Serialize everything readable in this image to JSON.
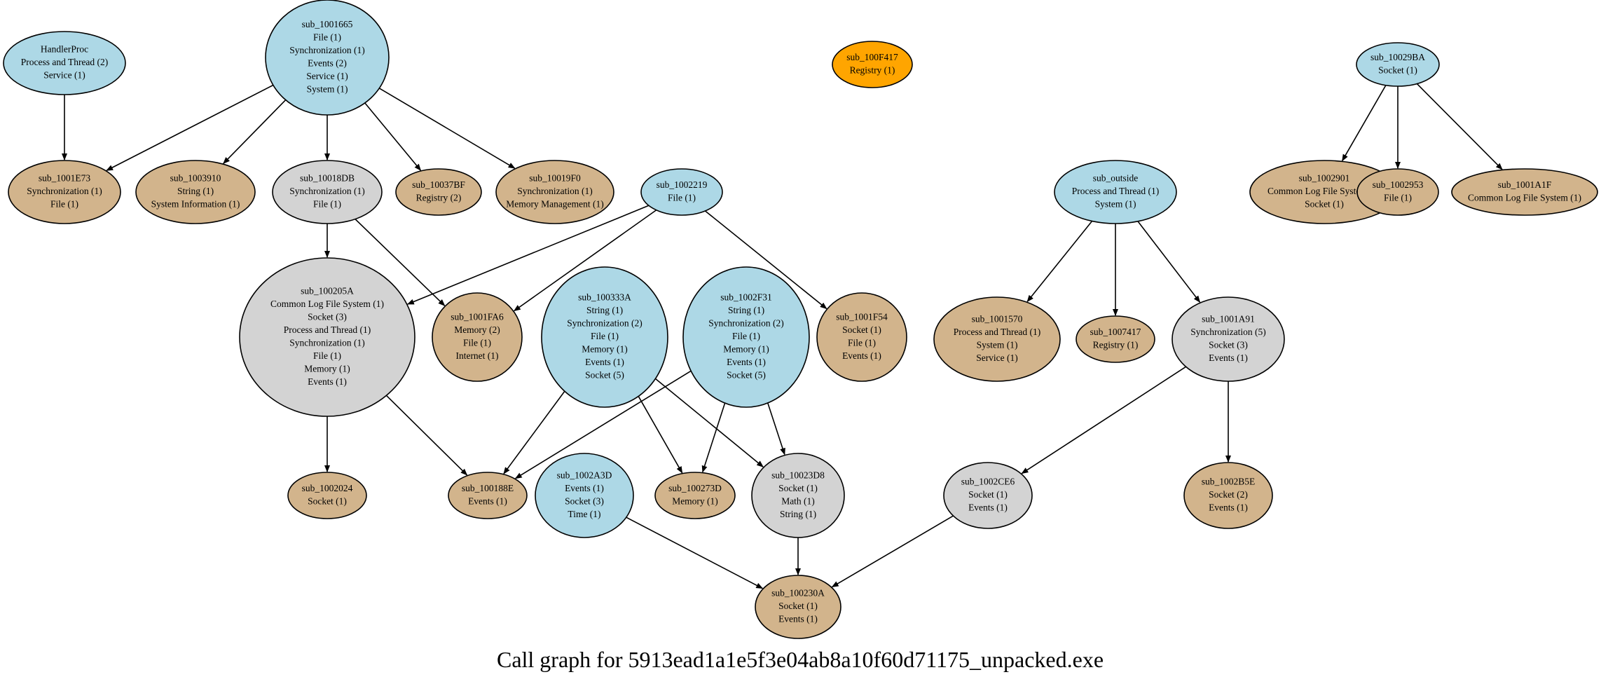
{
  "title": "Call graph for 5913ead1a1e5f3e04ab8a10f60d71175_unpacked.exe",
  "colors": {
    "blue": "#add8e6",
    "tan": "#d2b48c",
    "grey": "#d3d3d3",
    "orange": "#ffa500",
    "stroke": "#000000"
  },
  "nodes": [
    {
      "id": "HandlerProc",
      "color": "blue",
      "lines": [
        "HandlerProc",
        "Process and Thread (2)",
        "Service (1)"
      ]
    },
    {
      "id": "sub_1001665",
      "color": "blue",
      "lines": [
        "sub_1001665",
        "File (1)",
        "Synchronization (1)",
        "Events (2)",
        "Service (1)",
        "System (1)"
      ]
    },
    {
      "id": "sub_100F417",
      "color": "orange",
      "lines": [
        "sub_100F417",
        "Registry (1)"
      ]
    },
    {
      "id": "sub_10029BA",
      "color": "blue",
      "lines": [
        "sub_10029BA",
        "Socket (1)"
      ]
    },
    {
      "id": "sub_1001E73",
      "color": "tan",
      "lines": [
        "sub_1001E73",
        "Synchronization (1)",
        "File (1)"
      ]
    },
    {
      "id": "sub_1003910",
      "color": "tan",
      "lines": [
        "sub_1003910",
        "String (1)",
        "System Information (1)"
      ]
    },
    {
      "id": "sub_10018DB",
      "color": "grey",
      "lines": [
        "sub_10018DB",
        "Synchronization (1)",
        "File (1)"
      ]
    },
    {
      "id": "sub_10037BF",
      "color": "tan",
      "lines": [
        "sub_10037BF",
        "Registry (2)"
      ]
    },
    {
      "id": "sub_10019F0",
      "color": "tan",
      "lines": [
        "sub_10019F0",
        "Synchronization (1)",
        "Memory Management (1)"
      ]
    },
    {
      "id": "sub_1002219",
      "color": "blue",
      "lines": [
        "sub_1002219",
        "File (1)"
      ]
    },
    {
      "id": "sub_outside",
      "color": "blue",
      "lines": [
        "sub_outside",
        "Process and Thread (1)",
        "System (1)"
      ]
    },
    {
      "id": "sub_1002901",
      "color": "tan",
      "lines": [
        "sub_1002901",
        "Common Log File System (1)",
        "Socket (1)"
      ]
    },
    {
      "id": "sub_1002953",
      "color": "tan",
      "lines": [
        "sub_1002953",
        "File (1)"
      ]
    },
    {
      "id": "sub_1001A1F",
      "color": "tan",
      "lines": [
        "sub_1001A1F",
        "Common Log File System (1)"
      ]
    },
    {
      "id": "sub_100205A",
      "color": "grey",
      "lines": [
        "sub_100205A",
        "Common Log File System (1)",
        "Socket (3)",
        "Process and Thread (1)",
        "Synchronization (1)",
        "File (1)",
        "Memory (1)",
        "Events (1)"
      ]
    },
    {
      "id": "sub_1001FA6",
      "color": "tan",
      "lines": [
        "sub_1001FA6",
        "Memory (2)",
        "File (1)",
        "Internet (1)"
      ]
    },
    {
      "id": "sub_100333A",
      "color": "blue",
      "lines": [
        "sub_100333A",
        "String (1)",
        "Synchronization (2)",
        "File (1)",
        "Memory (1)",
        "Events (1)",
        "Socket (5)"
      ]
    },
    {
      "id": "sub_1002F31",
      "color": "blue",
      "lines": [
        "sub_1002F31",
        "String (1)",
        "Synchronization (2)",
        "File (1)",
        "Memory (1)",
        "Events (1)",
        "Socket (5)"
      ]
    },
    {
      "id": "sub_1001F54",
      "color": "tan",
      "lines": [
        "sub_1001F54",
        "Socket (1)",
        "File (1)",
        "Events (1)"
      ]
    },
    {
      "id": "sub_1001570",
      "color": "tan",
      "lines": [
        "sub_1001570",
        "Process and Thread (1)",
        "System (1)",
        "Service (1)"
      ]
    },
    {
      "id": "sub_1007417",
      "color": "tan",
      "lines": [
        "sub_1007417",
        "Registry (1)"
      ]
    },
    {
      "id": "sub_1001A91",
      "color": "grey",
      "lines": [
        "sub_1001A91",
        "Synchronization (5)",
        "Socket (3)",
        "Events (1)"
      ]
    },
    {
      "id": "sub_1002024",
      "color": "tan",
      "lines": [
        "sub_1002024",
        "Socket (1)"
      ]
    },
    {
      "id": "sub_100188E",
      "color": "tan",
      "lines": [
        "sub_100188E",
        "Events (1)"
      ]
    },
    {
      "id": "sub_1002A3D",
      "color": "blue",
      "lines": [
        "sub_1002A3D",
        "Events (1)",
        "Socket (3)",
        "Time (1)"
      ]
    },
    {
      "id": "sub_100273D",
      "color": "tan",
      "lines": [
        "sub_100273D",
        "Memory (1)"
      ]
    },
    {
      "id": "sub_10023D8",
      "color": "grey",
      "lines": [
        "sub_10023D8",
        "Socket (1)",
        "Math (1)",
        "String (1)"
      ]
    },
    {
      "id": "sub_1002CE6",
      "color": "grey",
      "lines": [
        "sub_1002CE6",
        "Socket (1)",
        "Events (1)"
      ]
    },
    {
      "id": "sub_1002B5E",
      "color": "tan",
      "lines": [
        "sub_1002B5E",
        "Socket (2)",
        "Events (1)"
      ]
    },
    {
      "id": "sub_100230A",
      "color": "tan",
      "lines": [
        "sub_100230A",
        "Socket (1)",
        "Events (1)"
      ]
    }
  ],
  "edges": [
    {
      "from": "HandlerProc",
      "to": "sub_1001E73"
    },
    {
      "from": "sub_1001665",
      "to": "sub_1001E73"
    },
    {
      "from": "sub_1001665",
      "to": "sub_1003910"
    },
    {
      "from": "sub_1001665",
      "to": "sub_10018DB"
    },
    {
      "from": "sub_1001665",
      "to": "sub_10037BF"
    },
    {
      "from": "sub_1001665",
      "to": "sub_10019F0"
    },
    {
      "from": "sub_10029BA",
      "to": "sub_1002901"
    },
    {
      "from": "sub_10029BA",
      "to": "sub_1002953"
    },
    {
      "from": "sub_10029BA",
      "to": "sub_1001A1F"
    },
    {
      "from": "sub_10018DB",
      "to": "sub_100205A"
    },
    {
      "from": "sub_10018DB",
      "to": "sub_1001FA6"
    },
    {
      "from": "sub_1002219",
      "to": "sub_100205A"
    },
    {
      "from": "sub_1002219",
      "to": "sub_1001FA6"
    },
    {
      "from": "sub_1002219",
      "to": "sub_1001F54"
    },
    {
      "from": "sub_outside",
      "to": "sub_1001570"
    },
    {
      "from": "sub_outside",
      "to": "sub_1007417"
    },
    {
      "from": "sub_outside",
      "to": "sub_1001A91"
    },
    {
      "from": "sub_100205A",
      "to": "sub_1002024"
    },
    {
      "from": "sub_100205A",
      "to": "sub_100188E"
    },
    {
      "from": "sub_100333A",
      "to": "sub_100188E"
    },
    {
      "from": "sub_100333A",
      "to": "sub_100273D"
    },
    {
      "from": "sub_100333A",
      "to": "sub_10023D8"
    },
    {
      "from": "sub_1002F31",
      "to": "sub_100188E"
    },
    {
      "from": "sub_1002F31",
      "to": "sub_100273D"
    },
    {
      "from": "sub_1002F31",
      "to": "sub_10023D8"
    },
    {
      "from": "sub_1001A91",
      "to": "sub_1002CE6"
    },
    {
      "from": "sub_1001A91",
      "to": "sub_1002B5E"
    },
    {
      "from": "sub_1002A3D",
      "to": "sub_100230A"
    },
    {
      "from": "sub_10023D8",
      "to": "sub_100230A"
    },
    {
      "from": "sub_1002CE6",
      "to": "sub_100230A"
    }
  ]
}
